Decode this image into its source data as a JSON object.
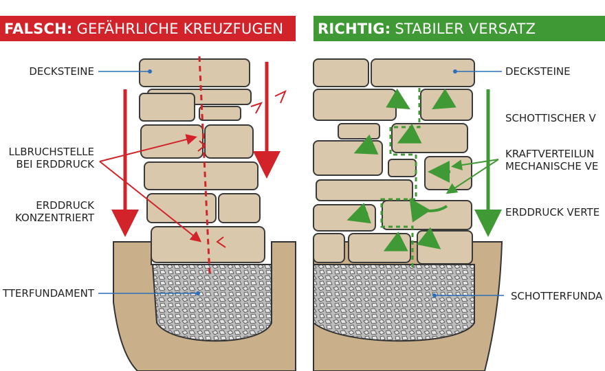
{
  "left": {
    "banner_bold": "FALSCH:",
    "banner_rest": "GEFÄHRLICHE KREUZFUGEN",
    "color": "#d2232a",
    "labels": {
      "decksteine": "DECKSTEINE",
      "bruch1": "LLBRUCHSTELLE",
      "bruch2": "BEI ERDDRUCK",
      "erddruck1": "ERDDRUCK",
      "erddruck2": "KONZENTRIERT",
      "schotter": "TTERFUNDAMENT"
    }
  },
  "right": {
    "banner_bold": "RICHTIG:",
    "banner_rest": "STABILER VERSATZ",
    "color": "#3f9a35",
    "labels": {
      "decksteine": "DECKSTEINE",
      "schottisch": "SCHOTTISCHER V",
      "kraft1": "KRAFTVERTEILUN",
      "kraft2": "MECHANISCHE VE",
      "erddruck": "ERDDRUCK VERTE",
      "schotter": "SCHOTTERFUNDA"
    }
  },
  "colors": {
    "stone": "#d9c8ac",
    "stone_edge": "#3a3a3a",
    "soil": "#c9b08a",
    "gravel": "#b5b5b5"
  }
}
